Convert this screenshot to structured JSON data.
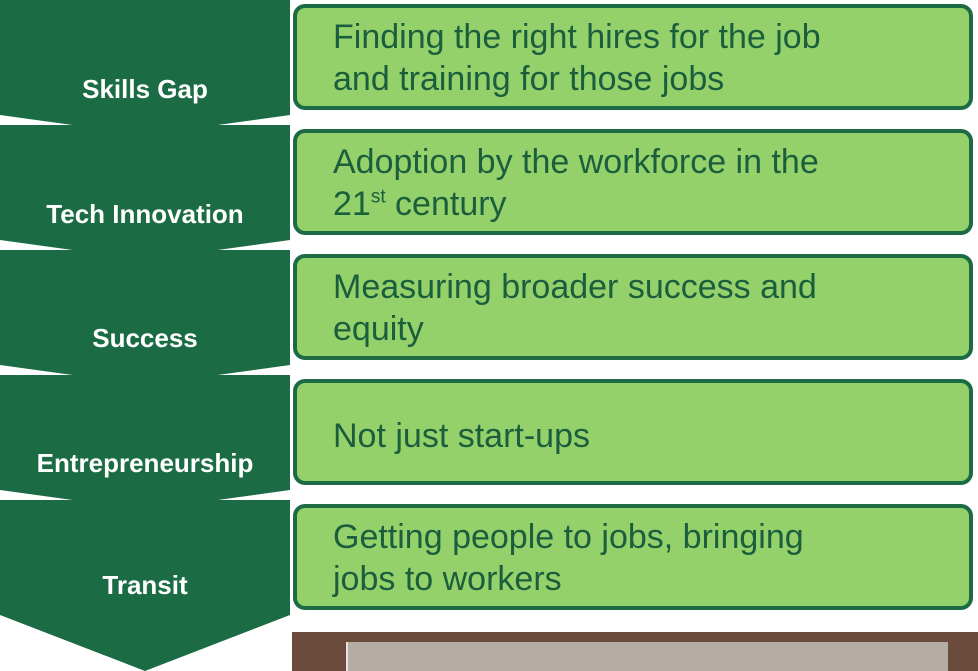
{
  "colors": {
    "chevron": "#1b6b45",
    "box_fill": "#95d16a",
    "box_border": "#1d6b45",
    "box_text": "#1b5e3d",
    "label_text": "#ffffff"
  },
  "rows": [
    {
      "label": "Skills Gap",
      "line1": "Finding the right hires for the job",
      "line2": "and training for those jobs"
    },
    {
      "label": "Tech Innovation",
      "line1": "Adoption by the workforce in the",
      "line2_num": "21",
      "line2_sup": "st",
      "line2_rest": " century"
    },
    {
      "label": "Success",
      "line1": "Measuring broader success and",
      "line2": "equity"
    },
    {
      "label": "Entrepreneurship",
      "line1": "Not just start-ups"
    },
    {
      "label": "Transit",
      "line1": "Getting people to jobs, bringing",
      "line2": "jobs to workers"
    }
  ]
}
